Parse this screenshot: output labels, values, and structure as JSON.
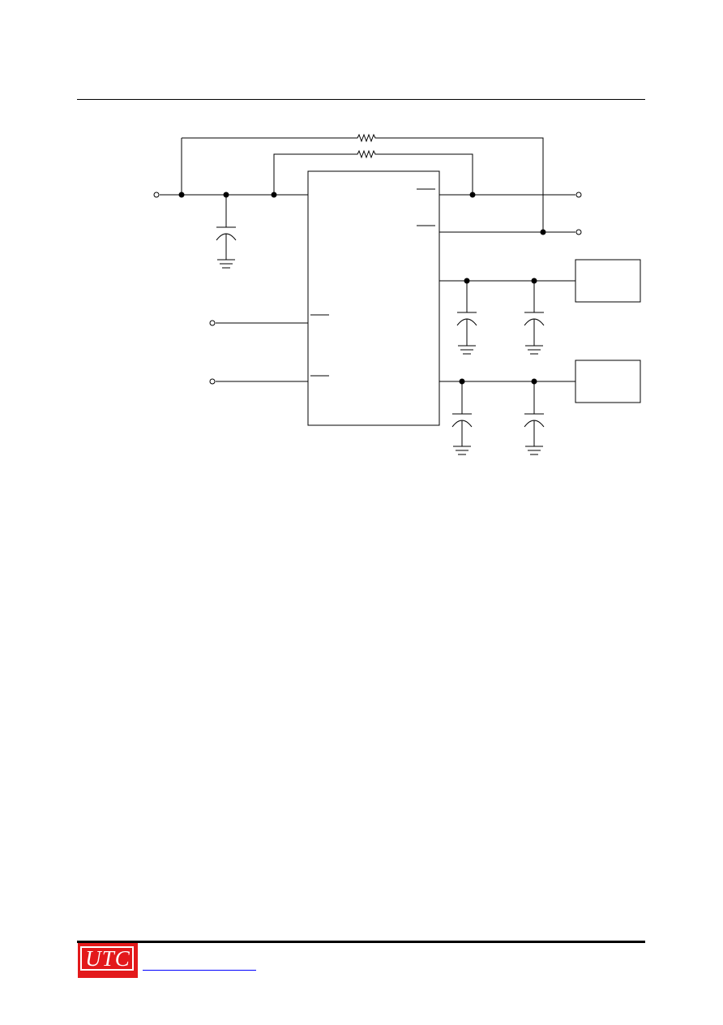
{
  "document": {
    "footer": {
      "logo_text": "UTC",
      "link_text": ""
    }
  },
  "colors": {
    "brand": "#e3191b",
    "link": "#0000ff",
    "ink": "#000000"
  },
  "diagram": {
    "components": [
      "input-terminal",
      "input-capacitor",
      "feedback-resistor-top",
      "feedback-resistor-bottom",
      "ic-block",
      "output-terminal-1",
      "output-terminal-2",
      "control-terminal-1",
      "control-terminal-2",
      "load-block-1",
      "load-block-2",
      "output-capacitors"
    ]
  }
}
